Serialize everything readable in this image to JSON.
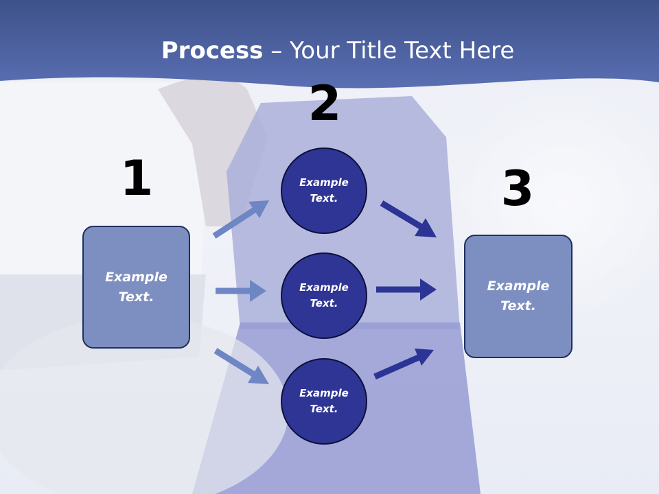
{
  "title": {
    "bold": "Process",
    "rest": " – Your Title Text Here"
  },
  "steps": {
    "one": {
      "number": "1",
      "text": "Example\nText."
    },
    "two": {
      "number": "2",
      "items": [
        {
          "text": "Example\nText."
        },
        {
          "text": "Example\nText."
        },
        {
          "text": "Example\nText."
        }
      ]
    },
    "three": {
      "number": "3",
      "text": "Example\nText."
    }
  },
  "colors": {
    "header": "#4f63a3",
    "box_fill": "#7d8fc0",
    "circle_fill": "#2f3594",
    "arrow_light": "#6f86c4",
    "arrow_dark": "#2c3596"
  }
}
